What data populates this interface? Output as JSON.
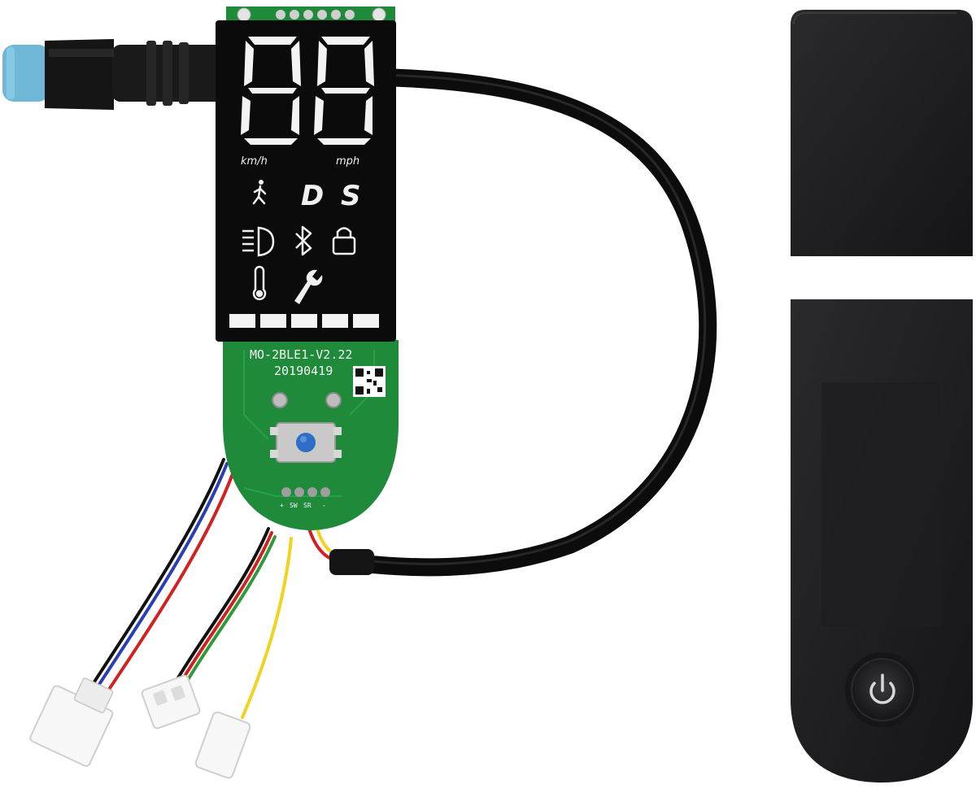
{
  "display": {
    "digits": "88",
    "unit_left": "km/h",
    "unit_right": "mph",
    "mode_d": "D",
    "mode_s": "S",
    "battery_segments": 5,
    "icons": [
      "pedestrian-icon",
      "headlight-icon",
      "bluetooth-icon",
      "lock-icon",
      "thermometer-icon",
      "wrench-icon"
    ]
  },
  "pcb": {
    "model": "MO-2BLE1-V2.22",
    "date": "20190419",
    "pin_labels": [
      "+",
      "SW",
      "SR",
      "-"
    ],
    "board_color": "#1f8a3a"
  },
  "cover": {
    "power_icon": "power-icon",
    "color": "#1c1c1e"
  },
  "cable_colors": [
    "#111111",
    "#2a3fb5",
    "#ffffff",
    "#d32020",
    "#2e9a3a",
    "#f2d21c"
  ]
}
